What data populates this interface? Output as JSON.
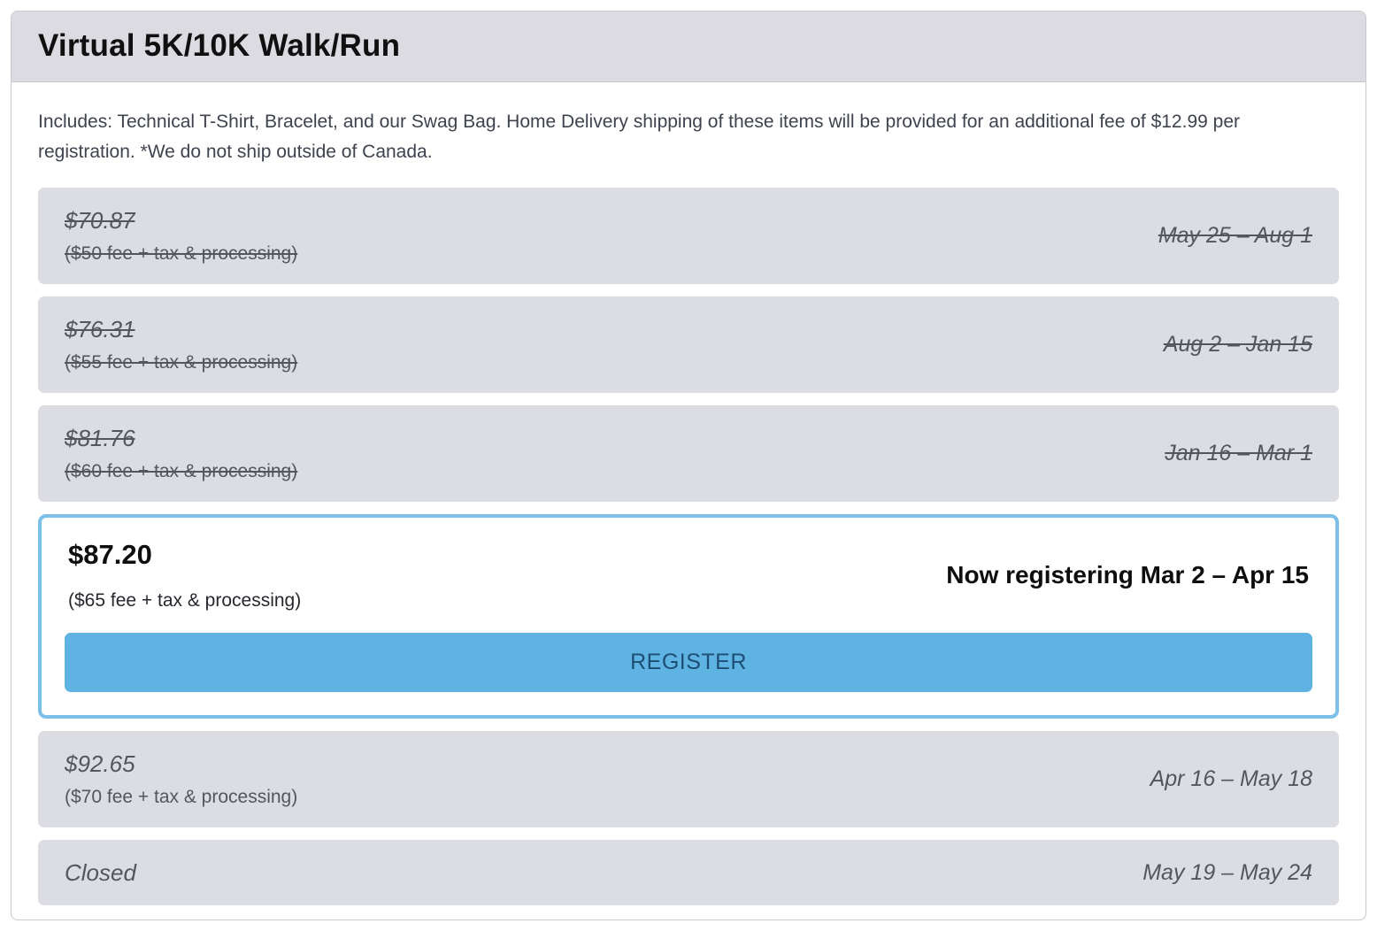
{
  "header": {
    "title": "Virtual 5K/10K Walk/Run"
  },
  "description": "Includes: Technical T-Shirt, Bracelet, and our Swag Bag. Home Delivery shipping of these items will be provided for an additional fee of $12.99 per registration. *We do not ship outside of Canada.",
  "tiers": [
    {
      "price": "$70.87",
      "fee_note": "($50 fee + tax & processing)",
      "dates": "May 25 – Aug 1",
      "status": "past"
    },
    {
      "price": "$76.31",
      "fee_note": "($55 fee + tax & processing)",
      "dates": "Aug 2 – Jan 15",
      "status": "past"
    },
    {
      "price": "$81.76",
      "fee_note": "($60 fee + tax & processing)",
      "dates": "Jan 16 – Mar 1",
      "status": "past"
    }
  ],
  "active_tier": {
    "price": "$87.20",
    "fee_note": "($65 fee + tax & processing)",
    "registering_label": "Now registering Mar 2 – Apr 15",
    "register_button_label": "REGISTER"
  },
  "future_tier": {
    "price": "$92.65",
    "fee_note": "($70 fee + tax & processing)",
    "dates": "Apr 16 – May 18"
  },
  "closed_tier": {
    "label": "Closed",
    "dates": "May 19 – May 24"
  },
  "colors": {
    "header_bg": "#dcdbe1",
    "row_bg": "#dcdce3",
    "row_text": "#54565e",
    "card_border": "#c9cace",
    "active_border": "#7cc0ea",
    "button_bg": "#5fb3e3",
    "button_text": "#1d4e75"
  }
}
